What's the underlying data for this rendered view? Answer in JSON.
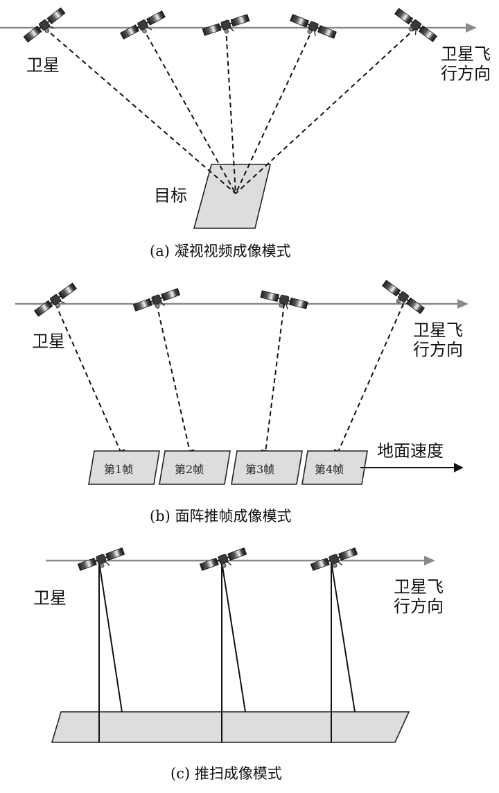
{
  "panel_a": {
    "satellite_label": "卫星",
    "direction_label_line1": "卫星飞",
    "direction_label_line2": "行方向",
    "target_label": "目标",
    "caption": "(a) 凝视视频成像模式"
  },
  "panel_b": {
    "satellite_label": "卫星",
    "direction_label_line1": "卫星飞",
    "direction_label_line2": "行方向",
    "ground_speed_label": "地面速度",
    "frames": [
      "第1帧",
      "第2帧",
      "第3帧",
      "第4帧"
    ],
    "caption": "(b) 面阵推帧成像模式"
  },
  "panel_c": {
    "satellite_label": "卫星",
    "direction_label_line1": "卫星飞",
    "direction_label_line2": "行方向",
    "caption": "(c) 推扫成像模式"
  },
  "colors": {
    "track": "#8a8a8a",
    "ground_fill": "#dddddd",
    "panel_dark": "#2a2a2a",
    "panel_light": "#f2f2f2"
  },
  "icons": {
    "satellite": "satellite-icon",
    "arrow": "arrow-head-icon"
  }
}
